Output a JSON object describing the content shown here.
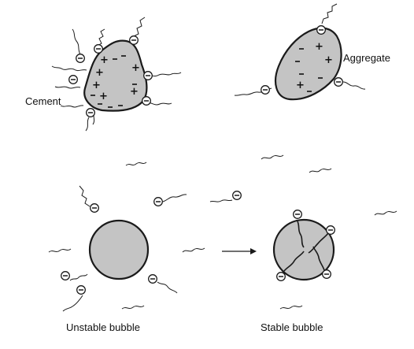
{
  "labels": {
    "cement": "Cement",
    "aggregate": "Aggregate",
    "unstable_bubble": "Unstable bubble",
    "stable_bubble": "Stable bubble"
  },
  "colors": {
    "fill": "#c4c4c4",
    "ink": "#1a1a1a",
    "background": "#ffffff"
  }
}
